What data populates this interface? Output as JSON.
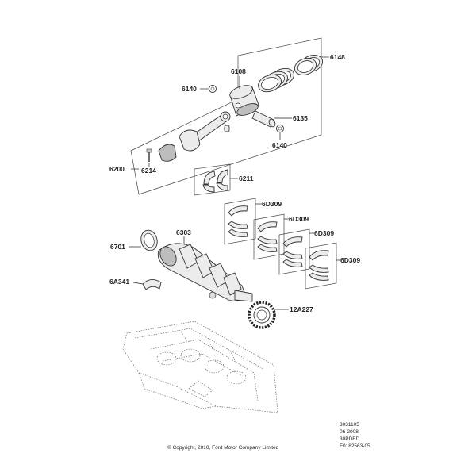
{
  "parts": [
    {
      "id": "6148",
      "label": "6148"
    },
    {
      "id": "6108",
      "label": "6108"
    },
    {
      "id": "6140a",
      "label": "6140"
    },
    {
      "id": "6135",
      "label": "6135"
    },
    {
      "id": "6140b",
      "label": "6140"
    },
    {
      "id": "6200",
      "label": "6200"
    },
    {
      "id": "6214",
      "label": "6214"
    },
    {
      "id": "6211",
      "label": "6211"
    },
    {
      "id": "6D309a",
      "label": "6D309"
    },
    {
      "id": "6D309b",
      "label": "6D309"
    },
    {
      "id": "6D309c",
      "label": "6D309"
    },
    {
      "id": "6D309d",
      "label": "6D309"
    },
    {
      "id": "6303",
      "label": "6303"
    },
    {
      "id": "6701",
      "label": "6701"
    },
    {
      "id": "6A341",
      "label": "6A341"
    },
    {
      "id": "12A227",
      "label": "12A227"
    }
  ],
  "footer": {
    "ref_lines": [
      "3031105",
      "06-2008",
      "30PDED",
      "F0182563-05"
    ],
    "copyright": "© Copyright, 2010, Ford Motor Company Limited"
  }
}
